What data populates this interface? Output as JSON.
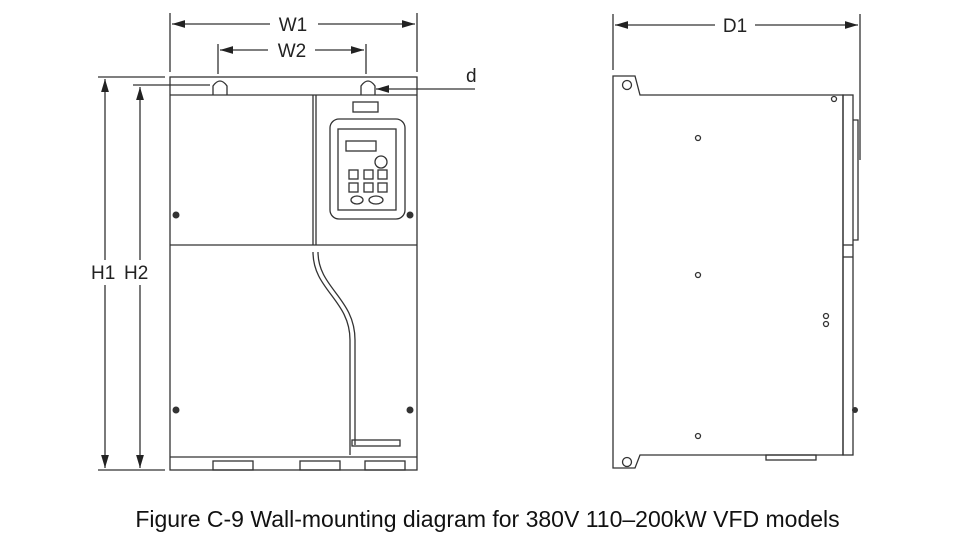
{
  "dimensions": {
    "w1": "W1",
    "w2": "W2",
    "d": "d",
    "h1": "H1",
    "h2": "H2",
    "d1": "D1"
  },
  "caption": "Figure C-9 Wall-mounting diagram for 380V 110–200kW VFD models"
}
